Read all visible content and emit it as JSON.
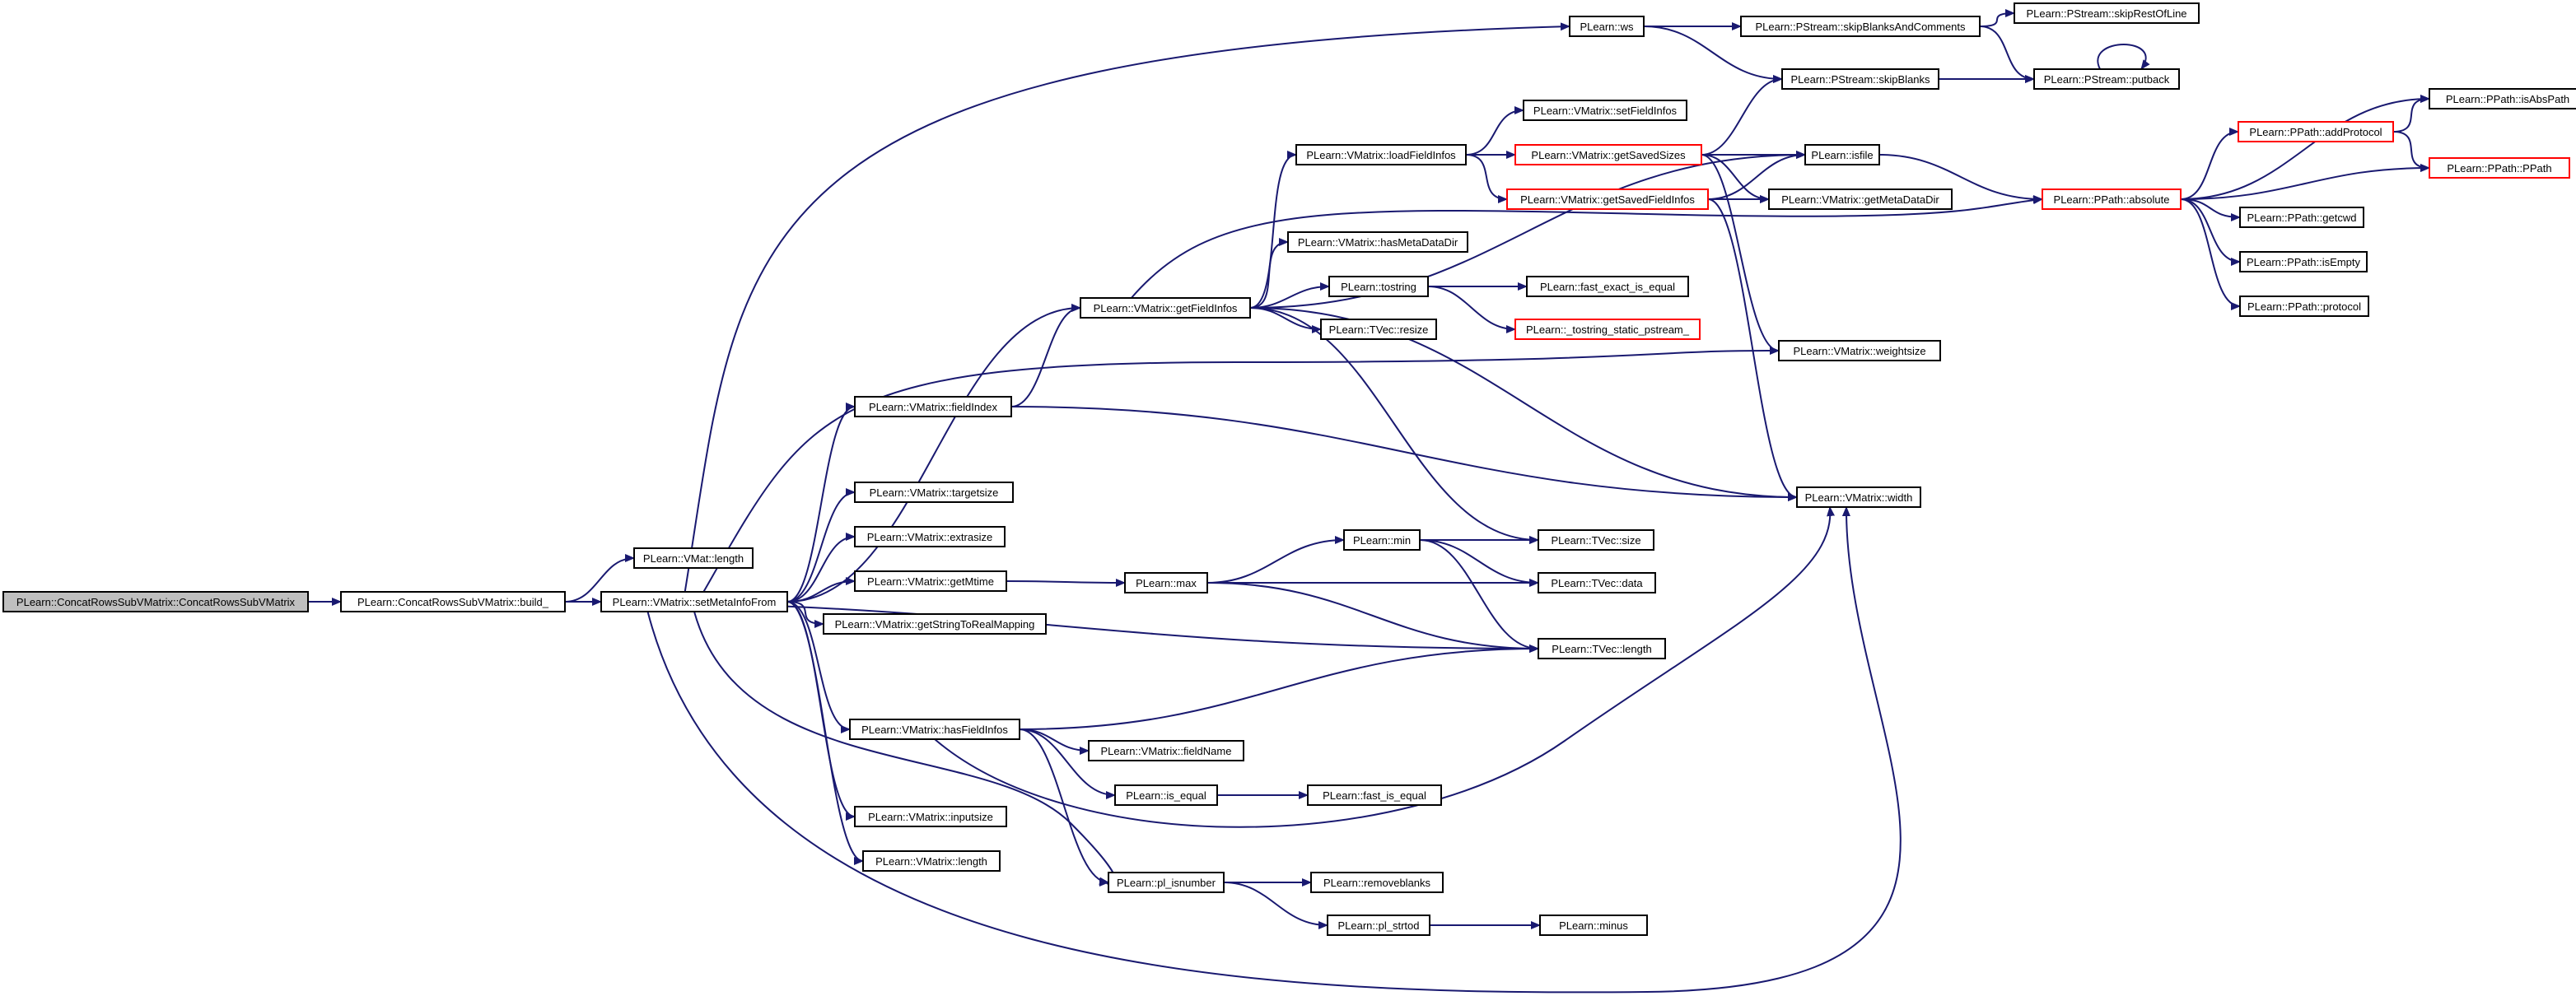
{
  "colors": {
    "background": "#ffffff",
    "edge": "#191970",
    "node_border": "#000000",
    "node_border_truncated": "#ff0000",
    "root_fill": "#bfbfbf",
    "node_fill": "#ffffff",
    "text": "#000000"
  },
  "diagram": {
    "type": "call-graph",
    "nodes": [
      {
        "id": "root",
        "label": "PLearn::ConcatRowsSubVMatrix::ConcatRowsSubVMatrix",
        "root": true
      },
      {
        "id": "build_",
        "label": "PLearn::ConcatRowsSubVMatrix::build_"
      },
      {
        "id": "vmat_length",
        "label": "PLearn::VMat::length"
      },
      {
        "id": "setMetaInfoFrom",
        "label": "PLearn::VMatrix::setMetaInfoFrom"
      },
      {
        "id": "ws",
        "label": "PLearn::ws"
      },
      {
        "id": "skipBlanksAndComments",
        "label": "PLearn::PStream::skipBlanksAndComments"
      },
      {
        "id": "skipRestOfLine",
        "label": "PLearn::PStream::skipRestOfLine"
      },
      {
        "id": "skipBlanks",
        "label": "PLearn::PStream::skipBlanks"
      },
      {
        "id": "putback",
        "label": "PLearn::PStream::putback"
      },
      {
        "id": "setFieldInfos",
        "label": "PLearn::VMatrix::setFieldInfos"
      },
      {
        "id": "loadFieldInfos",
        "label": "PLearn::VMatrix::loadFieldInfos"
      },
      {
        "id": "getSavedSizes",
        "label": "PLearn::VMatrix::getSavedSizes",
        "truncated": true
      },
      {
        "id": "isfile",
        "label": "PLearn::isfile"
      },
      {
        "id": "getSavedFieldInfos",
        "label": "PLearn::VMatrix::getSavedFieldInfos",
        "truncated": true
      },
      {
        "id": "getMetaDataDir",
        "label": "PLearn::VMatrix::getMetaDataDir"
      },
      {
        "id": "hasMetaDataDir",
        "label": "PLearn::VMatrix::hasMetaDataDir"
      },
      {
        "id": "getFieldInfos",
        "label": "PLearn::VMatrix::getFieldInfos"
      },
      {
        "id": "tostring",
        "label": "PLearn::tostring"
      },
      {
        "id": "fast_exact_is_equal",
        "label": "PLearn::fast_exact_is_equal"
      },
      {
        "id": "tostring_static",
        "label": "PLearn::_tostring_static_pstream_",
        "truncated": true
      },
      {
        "id": "tvec_resize",
        "label": "PLearn::TVec::resize"
      },
      {
        "id": "weightsize",
        "label": "PLearn::VMatrix::weightsize"
      },
      {
        "id": "fieldIndex",
        "label": "PLearn::VMatrix::fieldIndex"
      },
      {
        "id": "width",
        "label": "PLearn::VMatrix::width"
      },
      {
        "id": "targetsize",
        "label": "PLearn::VMatrix::targetsize"
      },
      {
        "id": "extrasize",
        "label": "PLearn::VMatrix::extrasize"
      },
      {
        "id": "min",
        "label": "PLearn::min"
      },
      {
        "id": "tvec_size",
        "label": "PLearn::TVec::size"
      },
      {
        "id": "getMtime",
        "label": "PLearn::VMatrix::getMtime"
      },
      {
        "id": "max",
        "label": "PLearn::max"
      },
      {
        "id": "tvec_data",
        "label": "PLearn::TVec::data"
      },
      {
        "id": "getStringToRealMapping",
        "label": "PLearn::VMatrix::getStringToRealMapping"
      },
      {
        "id": "tvec_length",
        "label": "PLearn::TVec::length"
      },
      {
        "id": "hasFieldInfos",
        "label": "PLearn::VMatrix::hasFieldInfos"
      },
      {
        "id": "fieldName",
        "label": "PLearn::VMatrix::fieldName"
      },
      {
        "id": "is_equal",
        "label": "PLearn::is_equal"
      },
      {
        "id": "fast_is_equal",
        "label": "PLearn::fast_is_equal"
      },
      {
        "id": "inputsize",
        "label": "PLearn::VMatrix::inputsize"
      },
      {
        "id": "vmatrix_length",
        "label": "PLearn::VMatrix::length"
      },
      {
        "id": "pl_isnumber",
        "label": "PLearn::pl_isnumber"
      },
      {
        "id": "removeblanks",
        "label": "PLearn::removeblanks"
      },
      {
        "id": "pl_strtod",
        "label": "PLearn::pl_strtod"
      },
      {
        "id": "minus",
        "label": "PLearn::minus"
      },
      {
        "id": "isAbsPath",
        "label": "PLearn::PPath::isAbsPath"
      },
      {
        "id": "addProtocol",
        "label": "PLearn::PPath::addProtocol",
        "truncated": true
      },
      {
        "id": "ppath_ctor",
        "label": "PLearn::PPath::PPath",
        "truncated": true
      },
      {
        "id": "absolute",
        "label": "PLearn::PPath::absolute",
        "truncated": true
      },
      {
        "id": "getcwd",
        "label": "PLearn::PPath::getcwd"
      },
      {
        "id": "isEmpty",
        "label": "PLearn::PPath::isEmpty"
      },
      {
        "id": "protocol",
        "label": "PLearn::PPath::protocol"
      }
    ],
    "edges": [
      [
        "root",
        "build_"
      ],
      [
        "build_",
        "vmat_length"
      ],
      [
        "build_",
        "setMetaInfoFrom"
      ],
      [
        "build_",
        "tvec_length"
      ],
      [
        "setMetaInfoFrom",
        "ws"
      ],
      [
        "setMetaInfoFrom",
        "getFieldInfos"
      ],
      [
        "setMetaInfoFrom",
        "fieldIndex"
      ],
      [
        "setMetaInfoFrom",
        "weightsize"
      ],
      [
        "setMetaInfoFrom",
        "targetsize"
      ],
      [
        "setMetaInfoFrom",
        "extrasize"
      ],
      [
        "setMetaInfoFrom",
        "getMtime"
      ],
      [
        "setMetaInfoFrom",
        "getStringToRealMapping"
      ],
      [
        "setMetaInfoFrom",
        "hasFieldInfos"
      ],
      [
        "setMetaInfoFrom",
        "inputsize"
      ],
      [
        "setMetaInfoFrom",
        "vmatrix_length"
      ],
      [
        "setMetaInfoFrom",
        "pl_isnumber"
      ],
      [
        "setMetaInfoFrom",
        "width"
      ],
      [
        "ws",
        "skipBlanksAndComments"
      ],
      [
        "ws",
        "skipBlanks"
      ],
      [
        "skipBlanksAndComments",
        "skipRestOfLine"
      ],
      [
        "skipBlanksAndComments",
        "putback"
      ],
      [
        "skipBlanks",
        "putback"
      ],
      [
        "putback",
        "putback"
      ],
      [
        "getFieldInfos",
        "loadFieldInfos"
      ],
      [
        "getFieldInfos",
        "hasMetaDataDir"
      ],
      [
        "getFieldInfos",
        "tostring"
      ],
      [
        "getFieldInfos",
        "tvec_resize"
      ],
      [
        "getFieldInfos",
        "isfile"
      ],
      [
        "getFieldInfos",
        "absolute"
      ],
      [
        "getFieldInfos",
        "width"
      ],
      [
        "getFieldInfos",
        "tvec_size"
      ],
      [
        "loadFieldInfos",
        "setFieldInfos"
      ],
      [
        "loadFieldInfos",
        "getSavedSizes"
      ],
      [
        "loadFieldInfos",
        "getSavedFieldInfos"
      ],
      [
        "getSavedSizes",
        "skipBlanks"
      ],
      [
        "getSavedSizes",
        "isfile"
      ],
      [
        "getSavedSizes",
        "getMetaDataDir"
      ],
      [
        "getSavedSizes",
        "weightsize"
      ],
      [
        "getSavedFieldInfos",
        "isfile"
      ],
      [
        "getSavedFieldInfos",
        "getMetaDataDir"
      ],
      [
        "getSavedFieldInfos",
        "width"
      ],
      [
        "isfile",
        "absolute"
      ],
      [
        "tostring",
        "fast_exact_is_equal"
      ],
      [
        "tostring",
        "tostring_static"
      ],
      [
        "fieldIndex",
        "getFieldInfos"
      ],
      [
        "fieldIndex",
        "width"
      ],
      [
        "getMtime",
        "max"
      ],
      [
        "max",
        "min"
      ],
      [
        "max",
        "tvec_data"
      ],
      [
        "max",
        "tvec_length"
      ],
      [
        "min",
        "tvec_size"
      ],
      [
        "min",
        "tvec_data"
      ],
      [
        "min",
        "tvec_length"
      ],
      [
        "hasFieldInfos",
        "fieldName"
      ],
      [
        "hasFieldInfos",
        "is_equal"
      ],
      [
        "hasFieldInfos",
        "pl_isnumber"
      ],
      [
        "hasFieldInfos",
        "tvec_length"
      ],
      [
        "hasFieldInfos",
        "width"
      ],
      [
        "is_equal",
        "fast_is_equal"
      ],
      [
        "pl_isnumber",
        "removeblanks"
      ],
      [
        "pl_isnumber",
        "pl_strtod"
      ],
      [
        "pl_strtod",
        "minus"
      ],
      [
        "absolute",
        "addProtocol"
      ],
      [
        "absolute",
        "isAbsPath"
      ],
      [
        "absolute",
        "ppath_ctor"
      ],
      [
        "absolute",
        "getcwd"
      ],
      [
        "absolute",
        "isEmpty"
      ],
      [
        "absolute",
        "protocol"
      ],
      [
        "addProtocol",
        "isAbsPath"
      ],
      [
        "addProtocol",
        "ppath_ctor"
      ]
    ]
  }
}
